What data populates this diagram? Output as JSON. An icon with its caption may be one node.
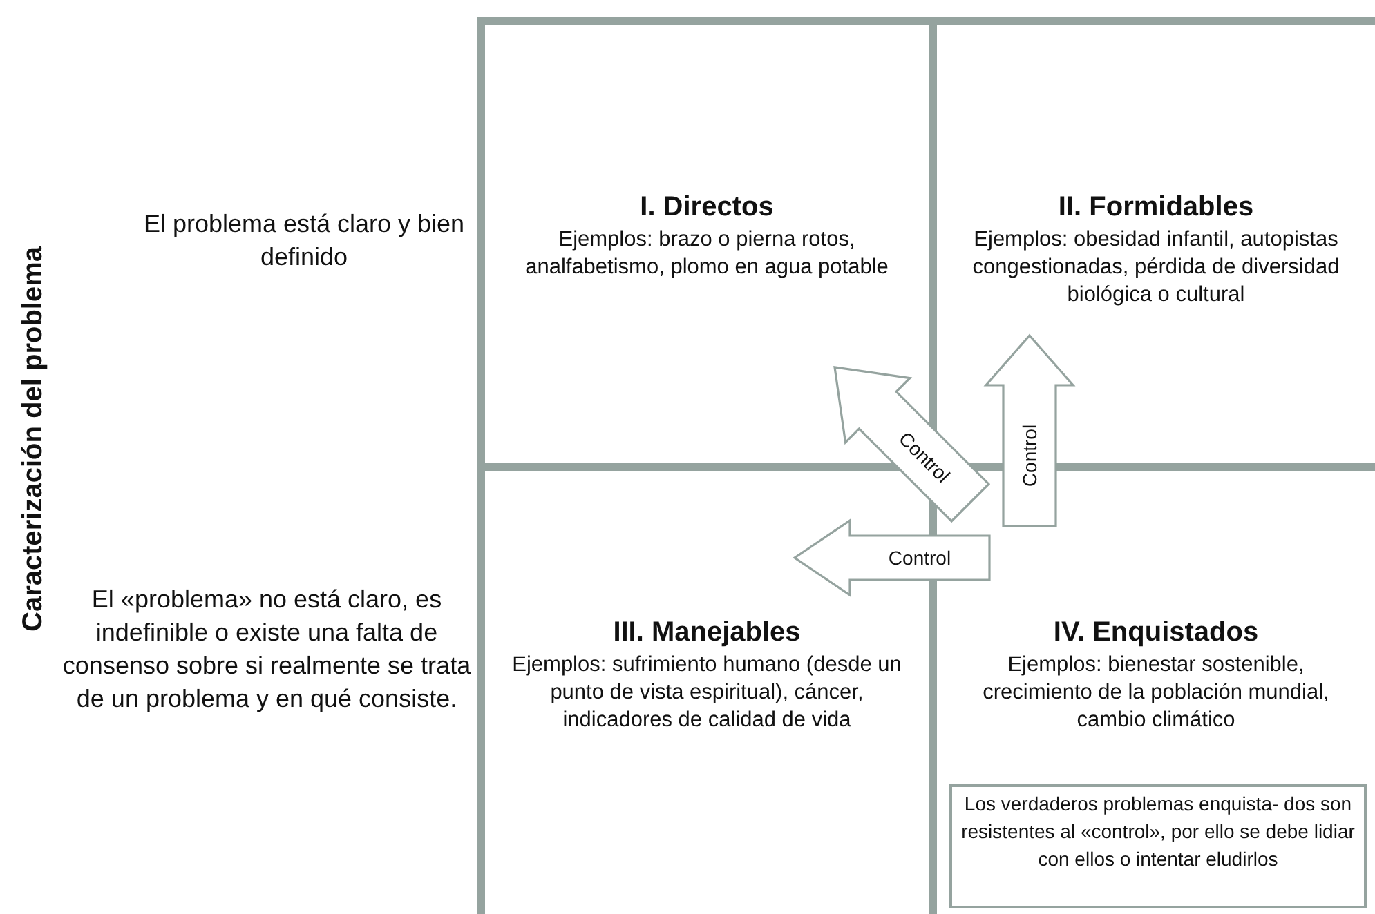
{
  "diagram": {
    "nodes": [
      {
        "text": [
          "I. Directos",
          "Ejemplos: brazo o pierna rotos, analfabetismo, plomo en agua potable"
        ]
      },
      {
        "text": [
          "II. Formidables",
          "Ejemplos: obesidad infantil, autopistas congestionadas, pérdida de diversidad biológica o cultural"
        ]
      },
      {
        "text": [
          "III. Manejables",
          "Ejemplos: sufrimiento humano (desde un punto de vista espiritual), cáncer, indicadores de calidad de vida"
        ]
      },
      {
        "text": [
          "IV. Enquistados",
          "Ejemplos: bienestar sostenible, crecimiento de la población mundial, cambio climático"
        ]
      },
      {
        "text": [
          "Los verdaderos problemas enquista- dos son resistentes al «control», por ello se debe lidiar con ellos o intentar eludirlos"
        ],
        "in": 3
      }
    ],
    "edges": [
      {
        "from": 3,
        "to": 0,
        "arrow": "to",
        "label": "Control"
      },
      {
        "from": 3,
        "to": 1,
        "arrow": "to",
        "label": "Control"
      },
      {
        "from": 3,
        "to": 2,
        "arrow": "to",
        "label": "Control"
      }
    ],
    "labels": [
      "Caracterización del problema",
      "El problema está claro y bien definido",
      "El «problema» no está claro, es indefinible o existe una falta de consenso sobre si realmente se trata de un problema y en qué consiste."
    ]
  }
}
